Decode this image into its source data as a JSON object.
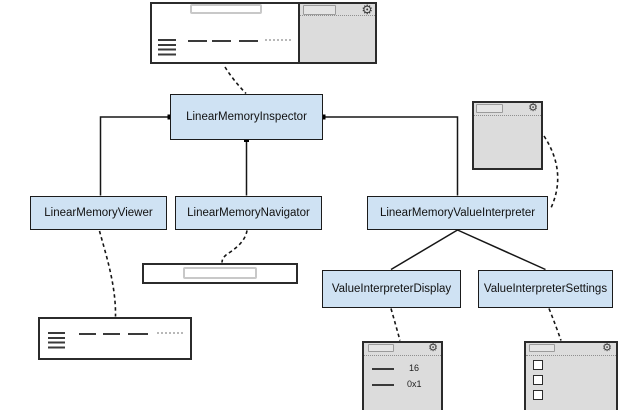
{
  "icons": {
    "gear": "⚙"
  },
  "nodes": {
    "inspector": {
      "label": "LinearMemoryInspector"
    },
    "viewer": {
      "label": "LinearMemoryViewer"
    },
    "navigator": {
      "label": "LinearMemoryNavigator"
    },
    "interpreter": {
      "label": "LinearMemoryValueInterpreter"
    },
    "display": {
      "label": "ValueInterpreterDisplay"
    },
    "settings": {
      "label": "ValueInterpreterSettings"
    }
  },
  "edges": {
    "solid": [
      {
        "from": "LinearMemoryInspector",
        "to": "LinearMemoryViewer"
      },
      {
        "from": "LinearMemoryInspector",
        "to": "LinearMemoryNavigator"
      },
      {
        "from": "LinearMemoryInspector",
        "to": "LinearMemoryValueInterpreter"
      },
      {
        "from": "LinearMemoryValueInterpreter",
        "to": "ValueInterpreterDisplay"
      },
      {
        "from": "LinearMemoryValueInterpreter",
        "to": "ValueInterpreterSettings"
      }
    ],
    "dashed": [
      {
        "from": "inspector-ui-sketch",
        "to": "LinearMemoryInspector"
      },
      {
        "from": "interpreter-panel-sketch",
        "to": "LinearMemoryValueInterpreter"
      },
      {
        "from": "LinearMemoryViewer",
        "to": "viewer-rows-sketch"
      },
      {
        "from": "LinearMemoryNavigator",
        "to": "navigator-bar-sketch"
      },
      {
        "from": "ValueInterpreterDisplay",
        "to": "display-panel-sketch"
      },
      {
        "from": "ValueInterpreterSettings",
        "to": "settings-panel-sketch"
      }
    ]
  },
  "sketches": {
    "display_panel": {
      "rows": [
        {
          "value": "16"
        },
        {
          "value": "0x1"
        }
      ]
    },
    "settings_panel": {
      "checkbox_count": 3
    }
  },
  "colors": {
    "node_fill": "#cfe2f3",
    "node_border": "#1b1b1b",
    "panel_fill": "#dcdcdc",
    "sketch_border": "#2b2b2b",
    "connector": "#161616",
    "background": "#ffffff"
  }
}
